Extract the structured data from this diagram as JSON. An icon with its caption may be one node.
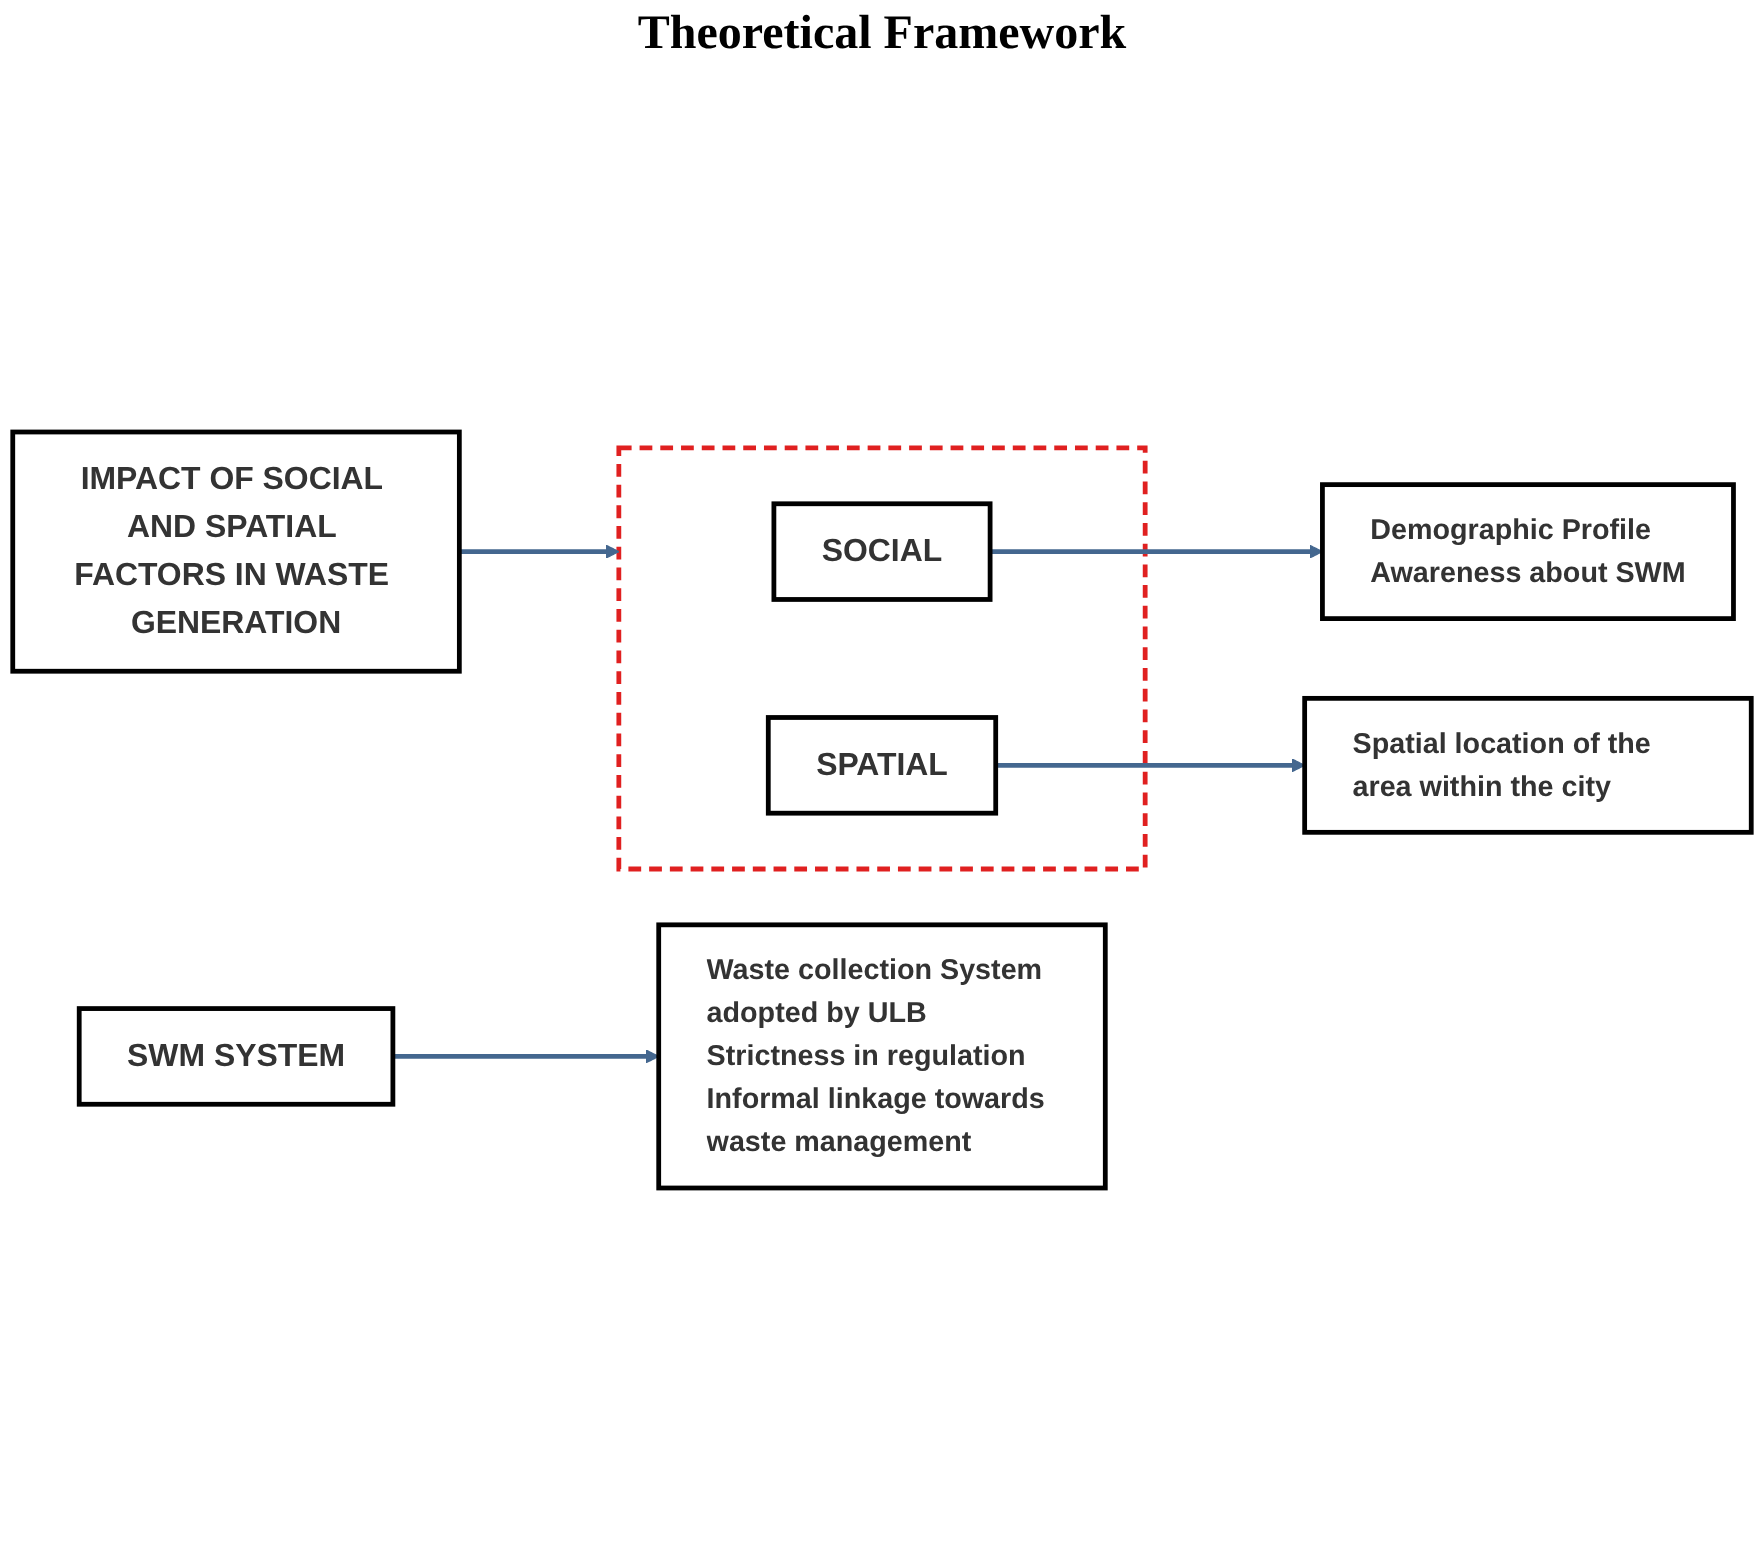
{
  "diagram": {
    "title": "Theoretical Framework",
    "nodes": [
      {
        "text": [
          "IMPACT OF SOCIAL AND SPATIAL FACTORS IN WASTE GENERATION"
        ]
      },
      {
        "text": [],
        "shape": "box"
      },
      {
        "text": [
          "SOCIAL"
        ],
        "in": 1
      },
      {
        "text": [
          "SPATIAL"
        ],
        "in": 1
      },
      {
        "text": [
          "SWM SYSTEM"
        ]
      },
      {
        "text": [
          "Demographic Profile",
          "Awareness about SWM"
        ]
      },
      {
        "text": [
          "Spatial location of the area within the city"
        ]
      },
      {
        "text": [
          "Waste collection System adopted by ULB",
          "Strictness in regulation",
          "Informal linkage towards waste management"
        ]
      }
    ],
    "edges": [
      {
        "from": 0,
        "to": 1,
        "arrow": "to"
      },
      {
        "from": 2,
        "to": 5,
        "arrow": "to"
      },
      {
        "from": 3,
        "to": 6,
        "arrow": "to"
      },
      {
        "from": 4,
        "to": 7,
        "arrow": "to"
      }
    ]
  }
}
